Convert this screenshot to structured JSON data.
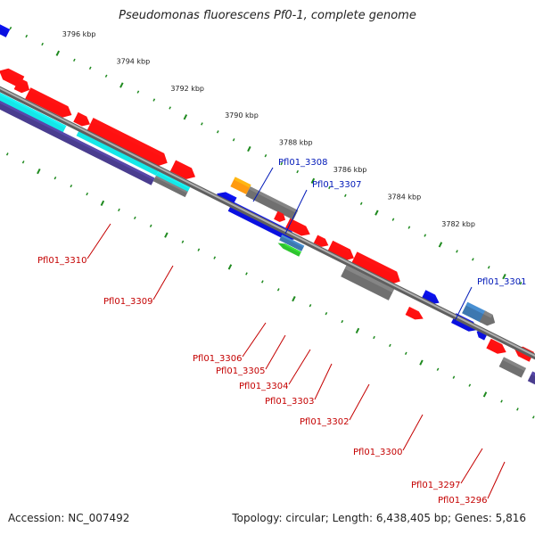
{
  "title": "Pseudomonas fluorescens Pf0-1, complete genome",
  "footer": {
    "accession": "Accession: NC_007492",
    "summary": "Topology: circular; Length: 6,438,405 bp; Genes: 5,816"
  },
  "colors": {
    "red_gene": "#ff1010",
    "blue_gene": "#0a10e0",
    "cyan_band": "#15e8e8",
    "navy_band": "#4a3d8f",
    "orange_gene": "#ff9a10",
    "gray_gene": "#707070",
    "green_gene": "#2ec42e",
    "steel_gene": "#3d78b0",
    "backbone": "#8a8a8a",
    "tick": "#1f8a1f",
    "label_red": "#c40000",
    "label_blue": "#0018b8"
  },
  "kbp_marks": [
    "3796 kbp",
    "3794 kbp",
    "3792 kbp",
    "3790 kbp",
    "3788 kbp",
    "3786 kbp",
    "3784 kbp",
    "3782 kbp"
  ],
  "gene_labels": [
    {
      "text": "Pfl01_3308",
      "color": "blue"
    },
    {
      "text": "Pfl01_3307",
      "color": "blue"
    },
    {
      "text": "Pfl01_3301",
      "color": "blue"
    },
    {
      "text": "Pfl01_3310",
      "color": "red"
    },
    {
      "text": "Pfl01_3309",
      "color": "red"
    },
    {
      "text": "Pfl01_3306",
      "color": "red"
    },
    {
      "text": "Pfl01_3305",
      "color": "red"
    },
    {
      "text": "Pfl01_3304",
      "color": "red"
    },
    {
      "text": "Pfl01_3303",
      "color": "red"
    },
    {
      "text": "Pfl01_3302",
      "color": "red"
    },
    {
      "text": "Pfl01_3300",
      "color": "red"
    },
    {
      "text": "Pfl01_3297",
      "color": "red"
    },
    {
      "text": "Pfl01_3296",
      "color": "red"
    }
  ]
}
